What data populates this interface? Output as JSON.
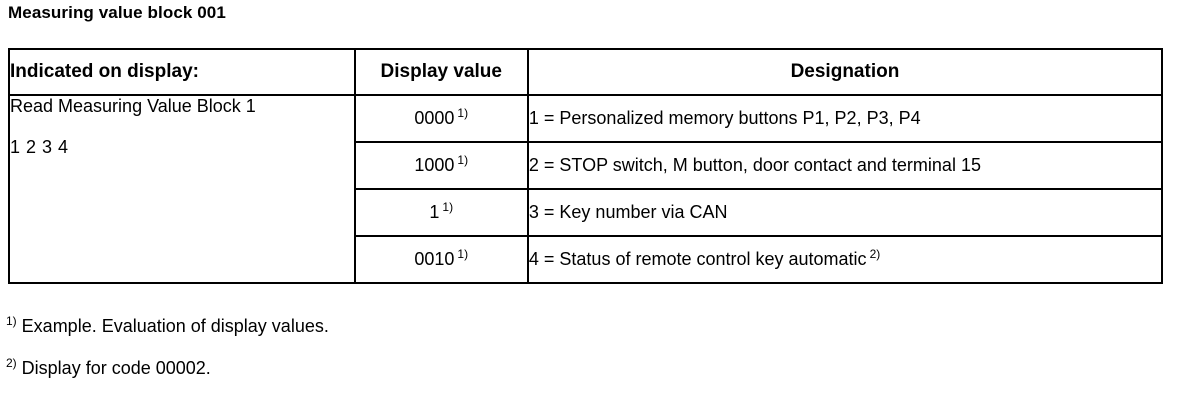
{
  "document": {
    "title": "Measuring value block 001"
  },
  "table": {
    "headers": {
      "indicated": "Indicated on display:",
      "value": "Display value",
      "designation": "Designation"
    },
    "indicated_cell": {
      "line1": "Read Measuring Value Block 1",
      "line2": "1 2 3 4"
    },
    "rows": [
      {
        "display_value": "0000",
        "value_footnote": "1)",
        "designation": "1 = Personalized memory buttons P1, P2, P3, P4",
        "designation_footnote": ""
      },
      {
        "display_value": "1000",
        "value_footnote": "1)",
        "designation": "2 = STOP switch, M button, door contact and terminal 15",
        "designation_footnote": ""
      },
      {
        "display_value": "1",
        "value_footnote": "1)",
        "designation": "3 = Key number via CAN",
        "designation_footnote": ""
      },
      {
        "display_value": "0010",
        "value_footnote": "1)",
        "designation": "4 = Status of remote control key automatic",
        "designation_footnote": "2)"
      }
    ]
  },
  "footnotes": [
    {
      "marker": "1)",
      "text": "Example. Evaluation of display values."
    },
    {
      "marker": "2)",
      "text": "Display for code 00002."
    }
  ],
  "colors": {
    "text": "#000000",
    "background": "#ffffff",
    "border": "#000000"
  }
}
